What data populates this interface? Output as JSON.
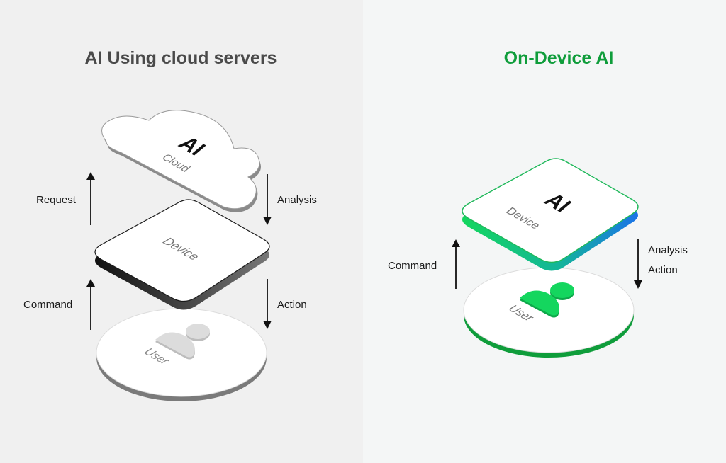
{
  "left_panel": {
    "title": "AI Using cloud servers",
    "cloud": {
      "big_label": "AI",
      "sub_label": "Cloud"
    },
    "device": {
      "label": "Device"
    },
    "user": {
      "label": "User"
    },
    "arrows": {
      "request": "Request",
      "analysis": "Analysis",
      "command": "Command",
      "action": "Action"
    }
  },
  "right_panel": {
    "title": "On-Device AI",
    "device": {
      "big_label": "AI",
      "sub_label": "Device"
    },
    "user": {
      "label": "User"
    },
    "arrows": {
      "command": "Command",
      "analysis": "Analysis",
      "action": "Action"
    }
  },
  "colors": {
    "left_bg": "#f0f0f0",
    "right_bg": "#f4f6f6",
    "accent_green": "#0f9d3b",
    "user_icon_green": "#14d65e",
    "gradient_blue": "#1a73e8"
  }
}
